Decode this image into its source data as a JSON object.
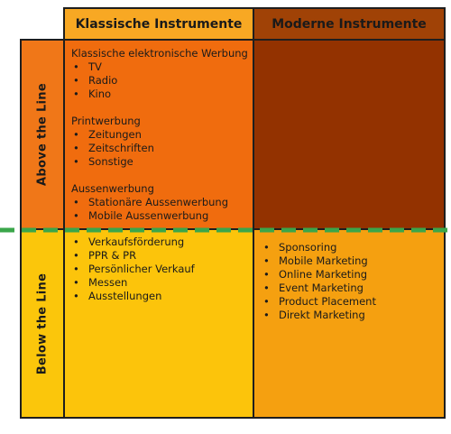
{
  "columns": {
    "left": "Klassische Instrumente",
    "right": "Moderne Instrumente"
  },
  "rows": {
    "top": "Above the Line",
    "bottom": "Below the Line"
  },
  "above_left": {
    "groups": [
      {
        "title": "Klassische elektronische Werbung",
        "items": [
          "TV",
          "Radio",
          "Kino"
        ]
      },
      {
        "title": "Printwerbung",
        "items": [
          "Zeitungen",
          "Zeitschriften",
          "Sonstige"
        ]
      },
      {
        "title": "Aussenwerbung",
        "items": [
          "Stationäre Aussenwerbung",
          "Mobile Aussenwerbung"
        ]
      }
    ]
  },
  "below_left": {
    "items": [
      "Verkaufsförderung",
      "PPR & PR",
      "Persönlicher Verkauf",
      "Messen",
      "Ausstellungen"
    ]
  },
  "below_right": {
    "items": [
      "Sponsoring",
      "Mobile Marketing",
      "Online Marketing",
      "Event Marketing",
      "Product Placement",
      "Direkt Marketing"
    ]
  },
  "colors": {
    "header_left": "#f8a823",
    "header_right": "#a04206",
    "above_left": "#f06c0e",
    "above_right": "#933200",
    "below_left": "#fcc40b",
    "below_right": "#f5a010",
    "divider": "#3aa64a"
  }
}
